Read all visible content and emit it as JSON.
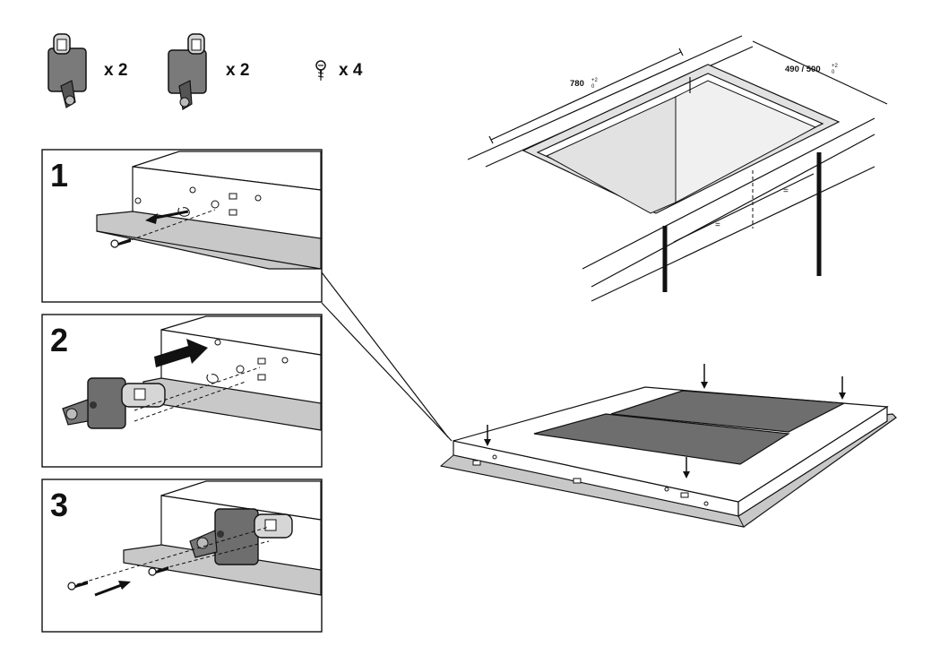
{
  "parts": {
    "clip_a_qty": "x 2",
    "clip_b_qty": "x 2",
    "screw_qty": "x 4",
    "clip_a_icon": "mounting-clip-icon",
    "clip_b_icon": "mounting-clip-icon",
    "screw_icon": "screw-icon"
  },
  "steps": [
    {
      "number": "1"
    },
    {
      "number": "2"
    },
    {
      "number": "3"
    }
  ],
  "dimensions": {
    "width_main": "780",
    "width_tol_top": "+2",
    "width_tol_bottom": "0",
    "depth_main": "490 / 500",
    "depth_tol_top": "+2",
    "depth_tol_bottom": "0",
    "equal_sign": "="
  },
  "colors": {
    "line": "#111111",
    "surface_gray": "#c8c8c8",
    "hob_zone": "#6e6e6e",
    "cavity": "#e2e2e2"
  }
}
